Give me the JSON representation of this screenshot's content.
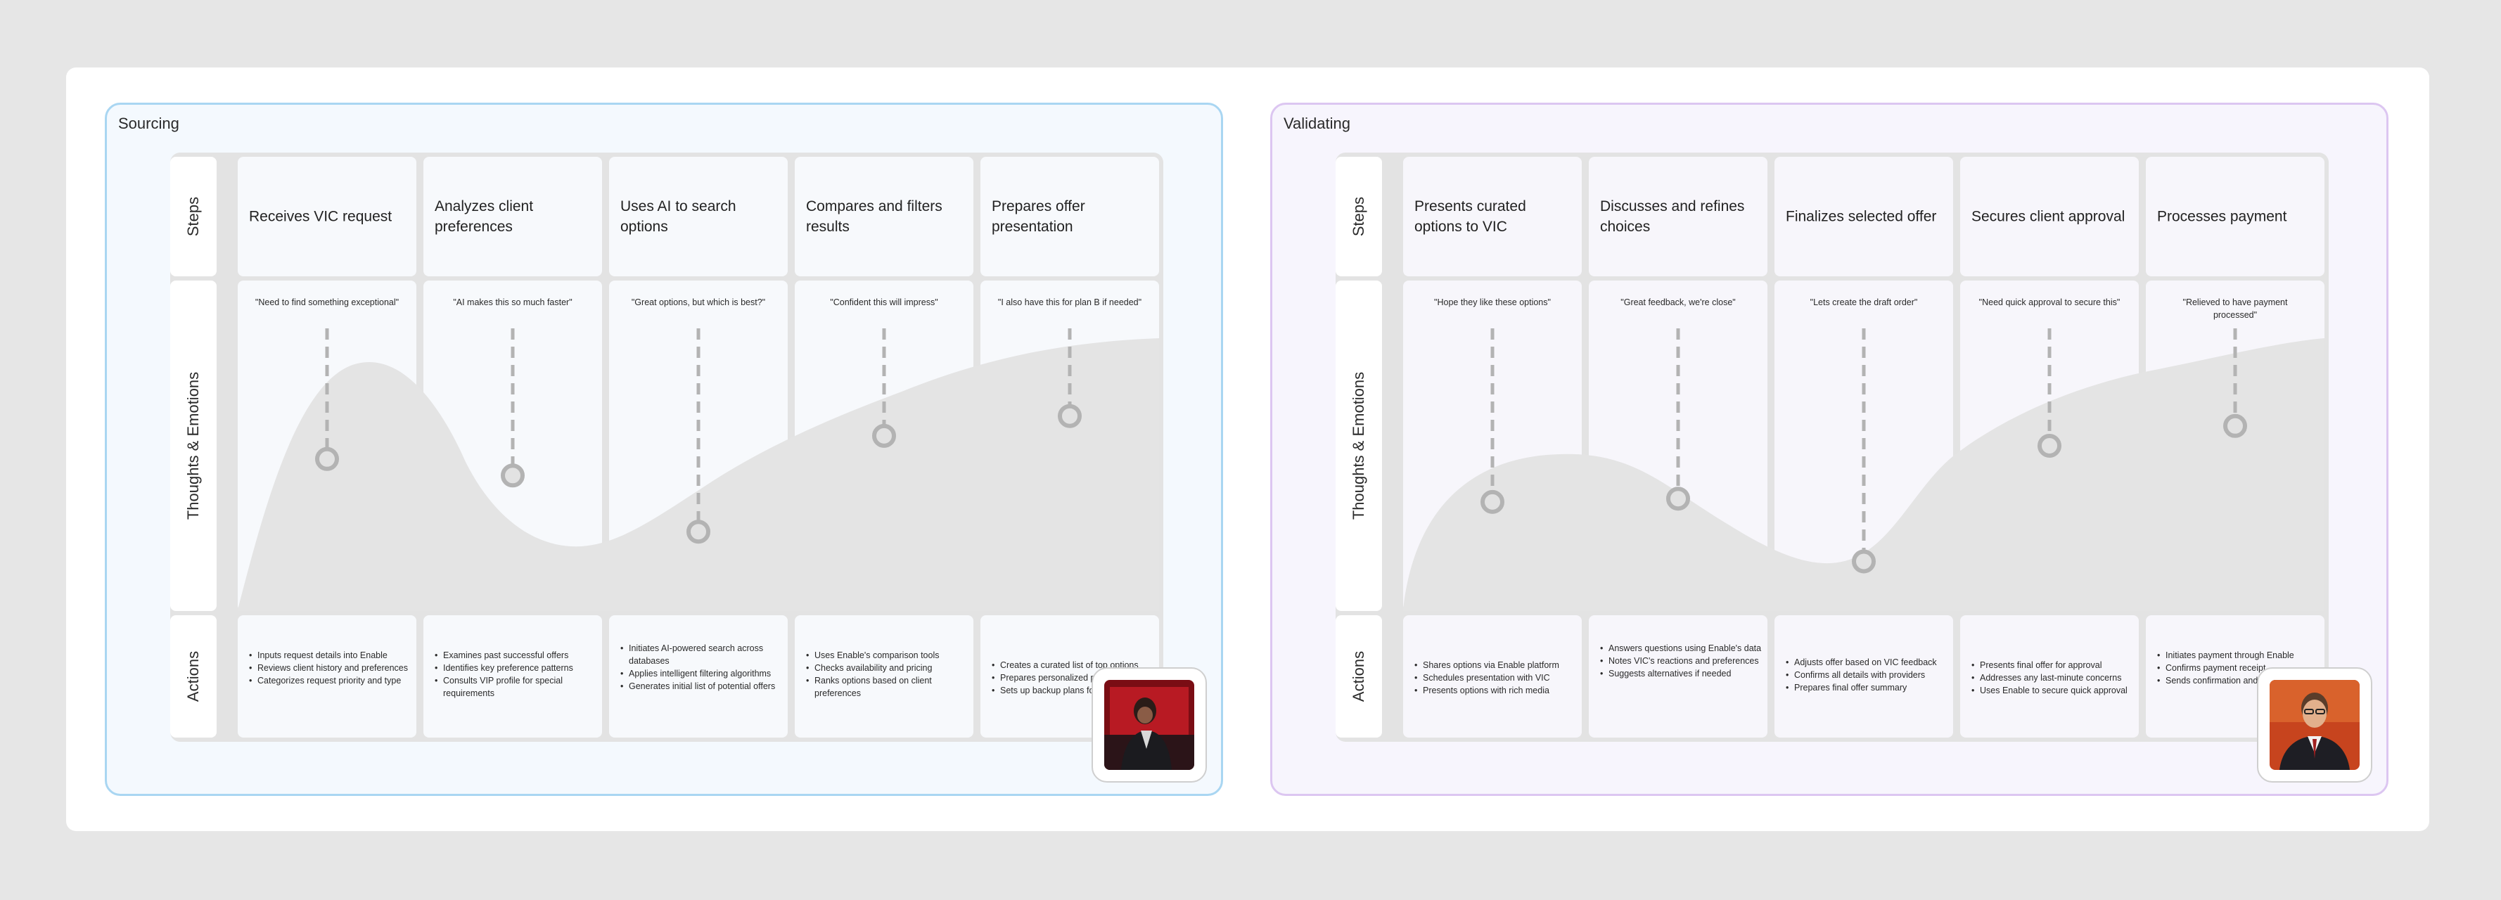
{
  "panels": [
    {
      "title": "Sourcing",
      "row_labels": {
        "steps": "Steps",
        "thoughts": "Thoughts & Emotions",
        "actions": "Actions"
      },
      "steps": [
        "Receives VIC request",
        "Analyzes client preferences",
        "Uses AI to search options",
        "Compares and filters results",
        "Prepares offer presentation"
      ],
      "thoughts": [
        "\"Need to find something exceptional\"",
        "\"AI makes this so much faster\"",
        "\"Great options, but which is best?\"",
        "\"Confident this will impress\"",
        "\"I also have this for plan B if needed\""
      ],
      "emotion_levels": [
        0.46,
        0.41,
        0.24,
        0.53,
        0.59
      ],
      "actions": [
        [
          "Inputs request details into Enable",
          "Reviews client history and preferences",
          "Categorizes request priority and type"
        ],
        [
          "Examines past successful offers",
          "Identifies key preference patterns",
          "Consults VIP profile for special requirements"
        ],
        [
          "Initiates AI-powered search across databases",
          "Applies intelligent filtering algorithms",
          "Generates initial list of potential offers"
        ],
        [
          "Uses Enable's comparison tools",
          "Checks availability and pricing",
          "Ranks options based on client preferences"
        ],
        [
          "Creates a curated list of top options",
          "Prepares personalized presentation",
          "Sets up backup plans for alternatives"
        ]
      ]
    },
    {
      "title": "Validating",
      "row_labels": {
        "steps": "Steps",
        "thoughts": "Thoughts & Emotions",
        "actions": "Actions"
      },
      "steps": [
        "Presents curated options to VIC",
        "Discusses and refines choices",
        "Finalizes selected offer",
        "Secures client approval",
        "Processes payment"
      ],
      "thoughts": [
        "\"Hope they like these options\"",
        "\"Great feedback, we're close\"",
        "\"Lets create the draft order\"",
        "\"Need quick approval to secure this\"",
        "\"Relieved to have payment processed\""
      ],
      "emotion_levels": [
        0.33,
        0.34,
        0.15,
        0.5,
        0.56
      ],
      "actions": [
        [
          "Shares options via Enable platform",
          "Schedules presentation with VIC",
          "Presents options with rich media"
        ],
        [
          "Answers questions using Enable's data",
          "Notes VIC's reactions and preferences",
          "Suggests alternatives if needed"
        ],
        [
          "Adjusts offer based on VIC feedback",
          "Confirms all details with providers",
          "Prepares final offer summary"
        ],
        [
          "Presents final offer for approval",
          "Addresses any last-minute concerns",
          "Uses Enable to secure quick approval"
        ],
        [
          "Initiates payment through Enable",
          "Confirms payment receipt",
          "Sends confirmation and receipt to VIC"
        ]
      ]
    }
  ]
}
